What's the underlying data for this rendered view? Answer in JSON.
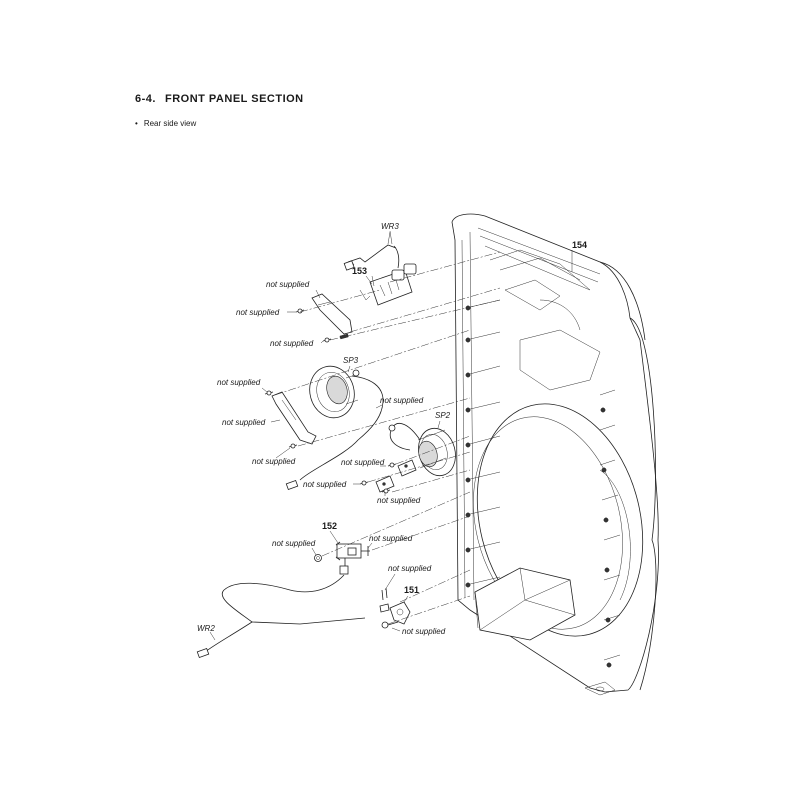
{
  "section": {
    "number": "6-4.",
    "title": "FRONT PANEL SECTION",
    "subtitle_bullet": "•",
    "subtitle": "Rear side view"
  },
  "labels": {
    "not_supplied": "not supplied",
    "wr3": "WR3",
    "wr2": "WR2",
    "sp3": "SP3",
    "sp2": "SP2",
    "ref_151": "151",
    "ref_152": "152",
    "ref_153": "153",
    "ref_154": "154"
  }
}
